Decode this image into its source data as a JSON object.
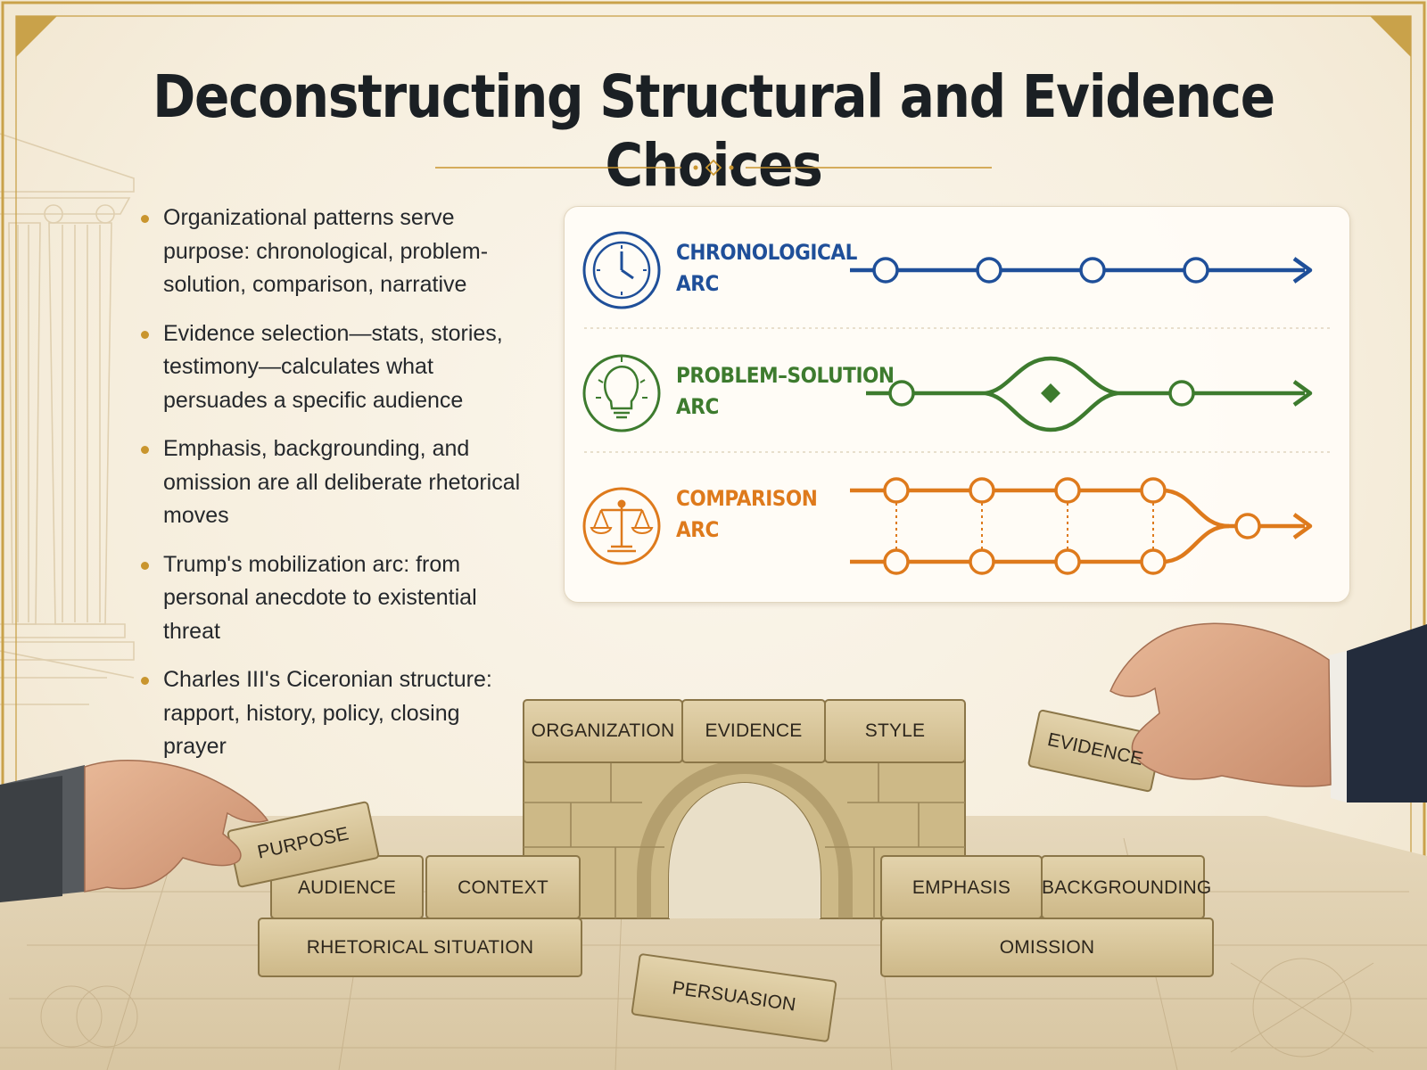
{
  "title": "Deconstructing Structural and Evidence Choices",
  "bullets": [
    "Organizational patterns serve purpose: chronological, problem-solution, comparison, narrative",
    "Evidence selection—stats, stories, testimony—calculates what persuades a specific audience",
    "Emphasis, backgrounding, and omission are all deliberate rhetorical moves",
    "Trump's mobilization arc: from personal anecdote to existential threat",
    "Charles III's Ciceronian structure: rapport, history, policy, closing prayer"
  ],
  "arcs": [
    {
      "line1": "CHRONOLOGICAL",
      "line2": "ARC",
      "color": "#1f4f99",
      "icon": "clock-icon"
    },
    {
      "line1": "PROBLEM–SOLUTION",
      "line2": "ARC",
      "color": "#3d7b2e",
      "icon": "lightbulb-icon"
    },
    {
      "line1": "COMPARISON",
      "line2": "ARC",
      "color": "#de7a1c",
      "icon": "scales-icon"
    }
  ],
  "blocks": {
    "organization": "ORGANIZATION",
    "evidence": "EVIDENCE",
    "style": "STYLE",
    "evidence_held": "EVIDENCE",
    "purpose": "PURPOSE",
    "audience": "AUDIENCE",
    "context": "CONTEXT",
    "rhetorical_situation": "RHETORICAL SITUATION",
    "emphasis": "EMPHASIS",
    "backgrounding": "BACKGROUNDING",
    "omission": "OMISSION",
    "persuasion": "PERSUASION"
  },
  "colors": {
    "accent_gold": "#c9952e",
    "stone": "#d6c49a",
    "text": "#1b2024"
  }
}
